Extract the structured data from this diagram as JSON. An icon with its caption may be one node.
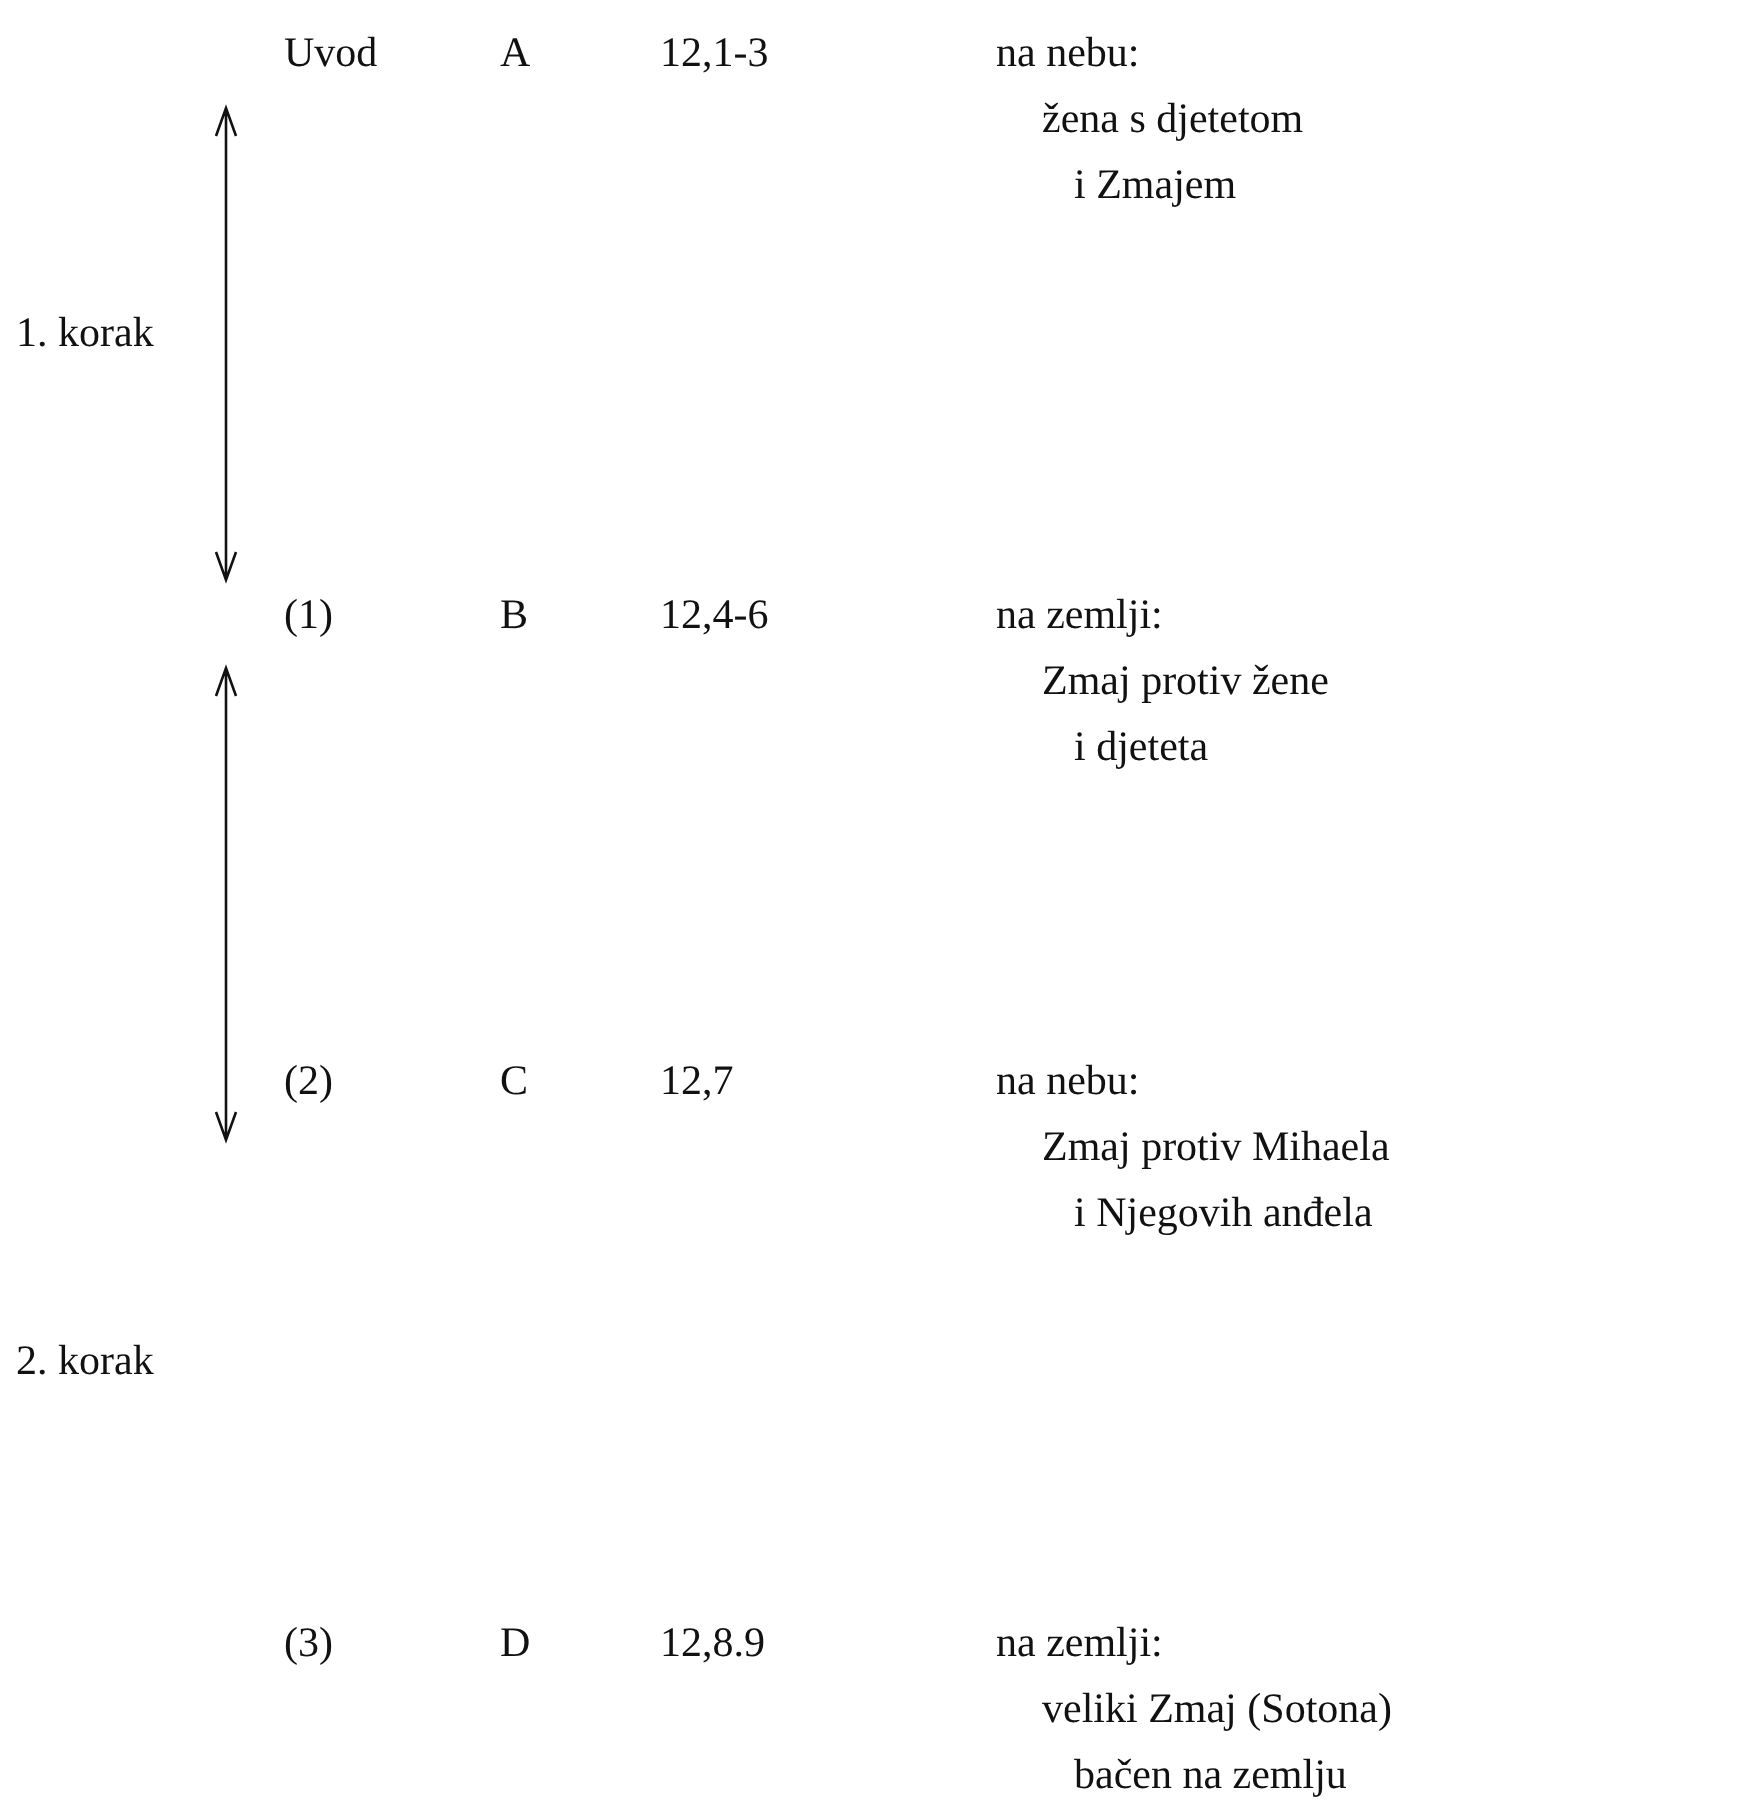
{
  "diagram": {
    "labels": [
      "Uvod",
      "A",
      "12,1-3",
      "na nebu:",
      "žena s djetetom i Zmajem",
      "1. korak",
      "(1)",
      "B",
      "12,4-6",
      "na zemlji:",
      "Zmaj protiv žene i djeteta",
      "(2)",
      "C",
      "12,7",
      "na nebu:",
      "Zmaj protiv Mihaela i Njegovih anđela",
      "2. korak",
      "(3)",
      "D",
      "12,8.9",
      "na zemlji:",
      "veliki Zmaj (Sotona) bačen na zemlju"
    ]
  }
}
